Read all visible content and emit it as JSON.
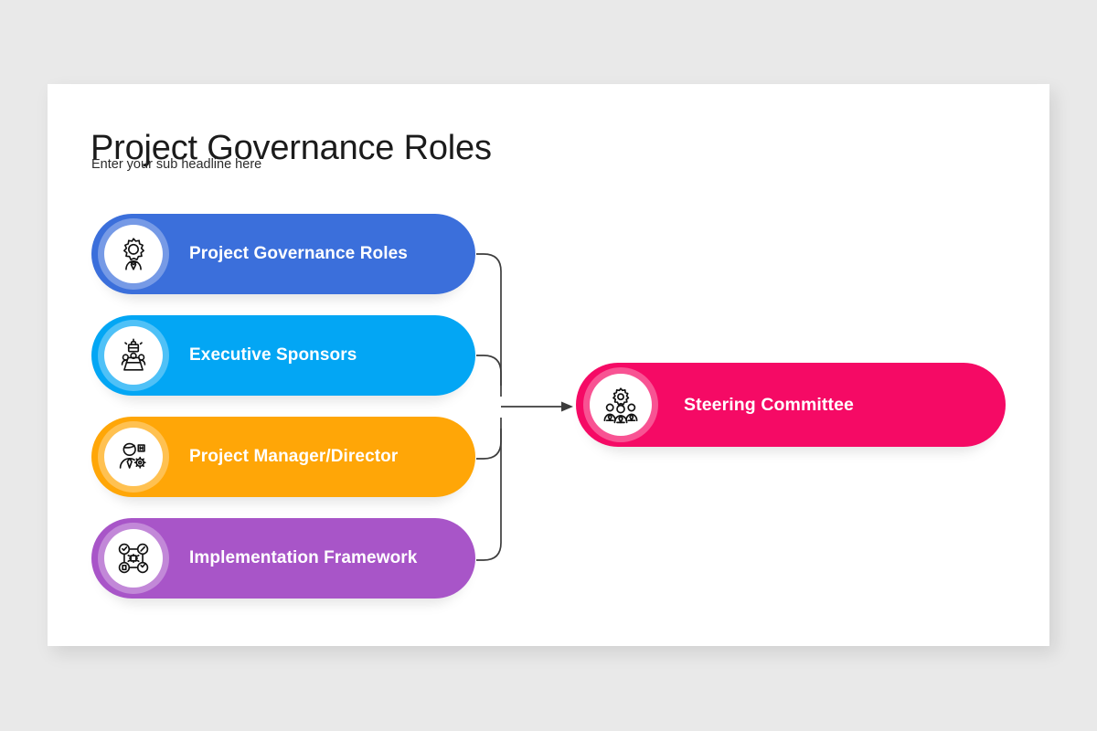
{
  "slide": {
    "title": "Project Governance Roles",
    "subtitle": "Enter your sub headline here",
    "background_color": "#e9e9e9",
    "canvas_color": "#ffffff"
  },
  "diagram": {
    "type": "convergence-bracket",
    "direction": "left-to-right",
    "connector_color": "#3d3d3d",
    "inputs": [
      {
        "label": "Project Governance Roles",
        "color": "#3b6fdb",
        "icon": "person-in-gear-icon"
      },
      {
        "label": "Executive Sponsors",
        "color": "#03a6f4",
        "icon": "meeting-table-briefcase-icon"
      },
      {
        "label": "Project Manager/Director",
        "color": "#ffa607",
        "icon": "manager-gear-icon"
      },
      {
        "label": "Implementation Framework",
        "color": "#a855c8",
        "icon": "framework-network-icon"
      }
    ],
    "output": {
      "label": "Steering Committee",
      "color": "#f50a65",
      "icon": "three-people-gear-icon"
    }
  }
}
